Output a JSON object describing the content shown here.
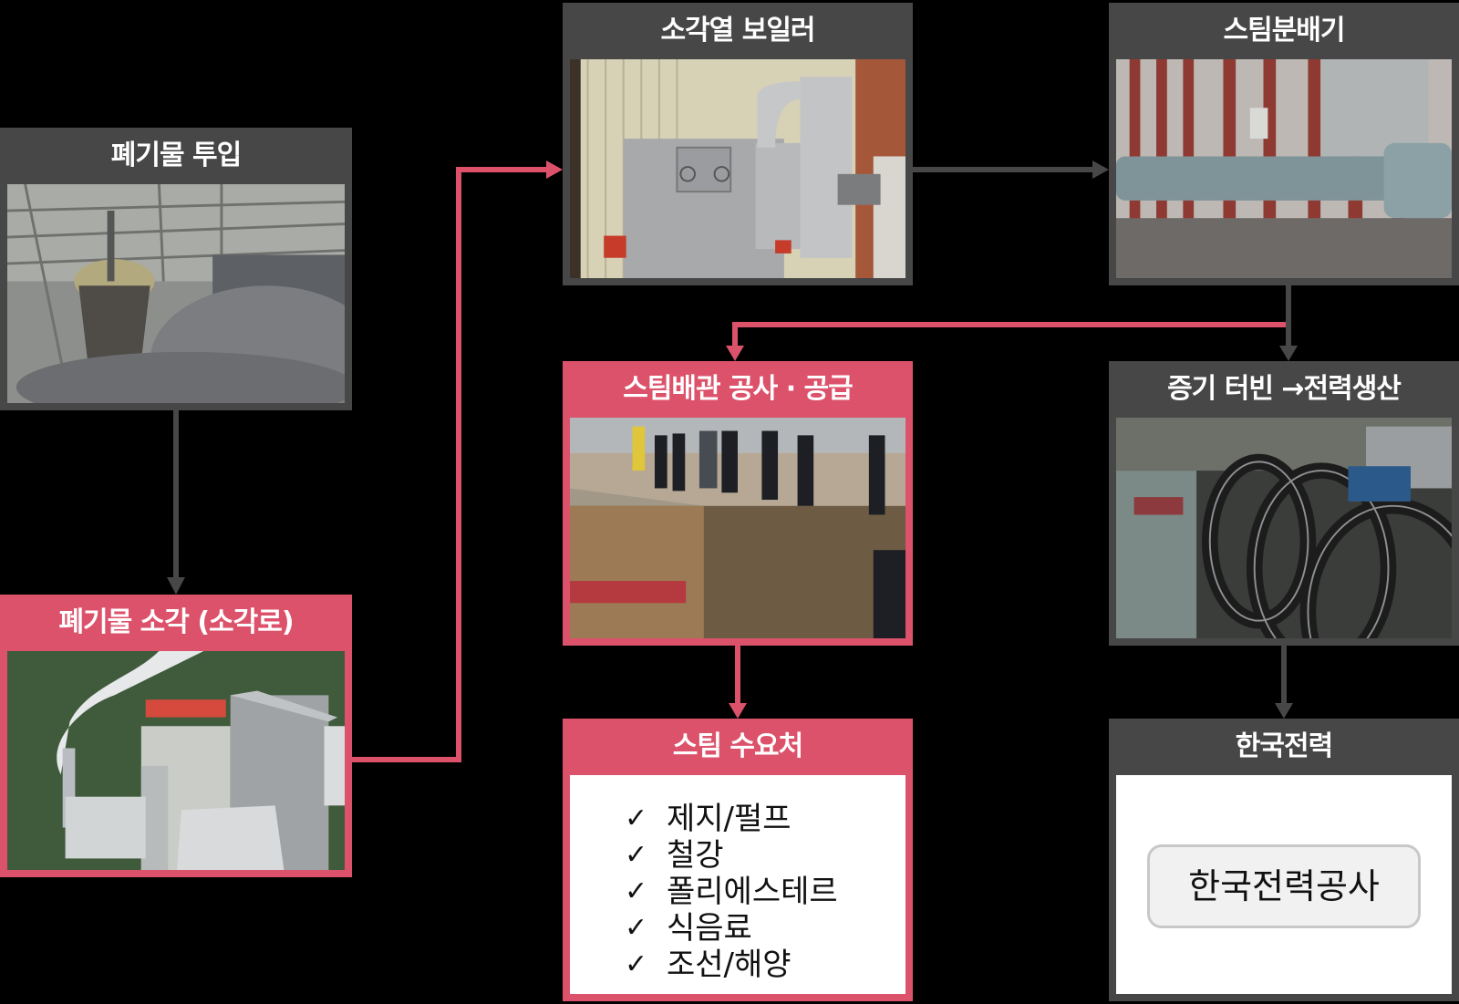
{
  "colors": {
    "background": "#000000",
    "dark_header": "#474747",
    "accent_pink": "#dc526b",
    "panel": "#ffffff"
  },
  "nodes": {
    "waste_input": {
      "title": "폐기물 투입",
      "photo": "crane grabbing waste in bunker",
      "style": "dark"
    },
    "incineration": {
      "title": "폐기물 소각 (소각로)",
      "photo": "incineration plant with smoke stack",
      "style": "pink"
    },
    "boiler": {
      "title": "소각열 보일러",
      "photo": "stainless steel boiler unit",
      "style": "dark"
    },
    "steam_distributor": {
      "title": "스팀분배기",
      "photo": "steam header pipes with valves",
      "style": "dark"
    },
    "steam_piping": {
      "title": "스팀배관 공사 · 공급",
      "photo": "officials inspecting pipeline excavation",
      "style": "pink"
    },
    "turbine": {
      "title": "증기 터빈 →전력생산",
      "photo": "steam turbine rotor blades",
      "style": "dark"
    },
    "steam_demand": {
      "title": "스팀 수요처",
      "style": "pink",
      "check_icon": "✓",
      "items": [
        "제지/펄프",
        "철강",
        "폴리에스테르",
        "식음료",
        "조선/해양"
      ]
    },
    "kepco": {
      "title": "한국전력",
      "style": "dark",
      "entity": "한국전력공사"
    }
  },
  "edges": [
    {
      "from": "waste_input",
      "to": "incineration",
      "color": "dark"
    },
    {
      "from": "incineration",
      "to": "boiler",
      "color": "pink"
    },
    {
      "from": "boiler",
      "to": "steam_distributor",
      "color": "dark"
    },
    {
      "from": "steam_distributor",
      "to": "steam_piping",
      "color": "pink"
    },
    {
      "from": "steam_distributor",
      "to": "turbine",
      "color": "dark"
    },
    {
      "from": "steam_piping",
      "to": "steam_demand",
      "color": "pink"
    },
    {
      "from": "turbine",
      "to": "kepco",
      "color": "dark"
    }
  ]
}
